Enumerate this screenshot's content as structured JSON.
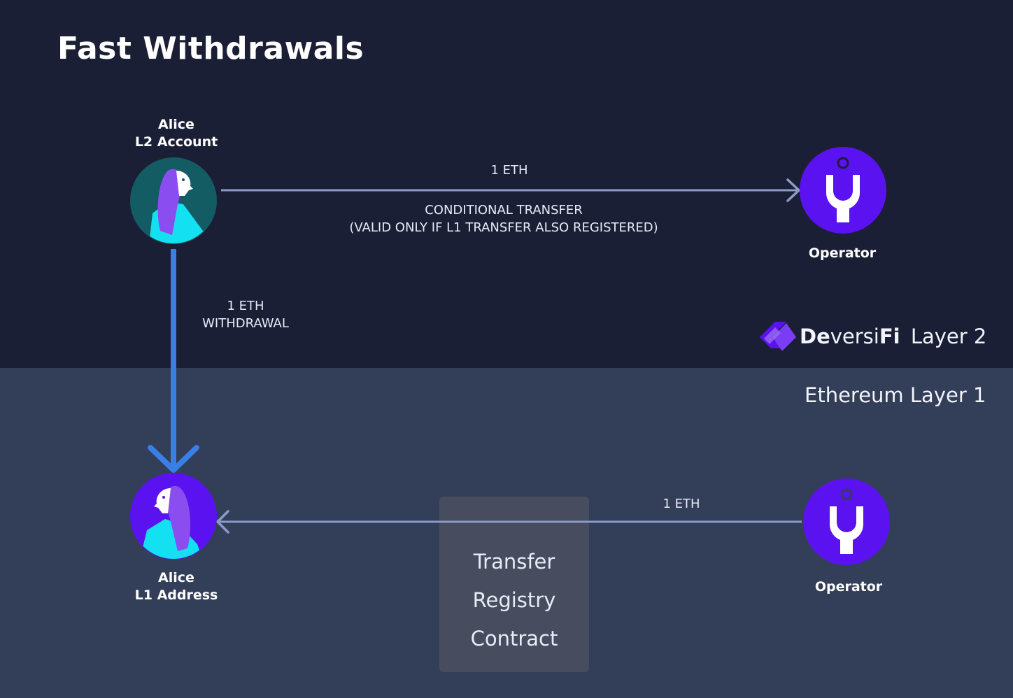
{
  "title": "Fast Withdrawals",
  "nodes": {
    "alice_l2": {
      "line1": "Alice",
      "line2": "L2 Account"
    },
    "alice_l1": {
      "line1": "Alice",
      "line2": "L1 Address"
    },
    "operator_top": {
      "label": "Operator"
    },
    "operator_bottom": {
      "label": "Operator"
    }
  },
  "edges": {
    "conditional": {
      "amount": "1 ETH",
      "line1": "CONDITIONAL TRANSFER",
      "line2": "(VALID ONLY IF L1 TRANSFER ALSO REGISTERED)"
    },
    "withdrawal": {
      "amount": "1 ETH",
      "label": "WITHDRAWAL"
    },
    "l1_transfer": {
      "amount": "1 ETH"
    }
  },
  "layers": {
    "l2": {
      "brand_part1": "De",
      "brand_part2": "versi",
      "brand_part3": "Fi",
      "suffix": "Layer 2"
    },
    "l1": {
      "label": "Ethereum Layer 1"
    }
  },
  "registry": {
    "line1": "Transfer",
    "line2": "Registry",
    "line3": "Contract"
  },
  "colors": {
    "top_band": "#1b1f36",
    "bottom_band": "#333e58",
    "operator": "#5b12f0",
    "withdrawal_arrow": "#3a7ee8",
    "transfer_arrow": "#8c9cc6",
    "alice_l2_bg": "#135c63",
    "alice_l1_bg": "#5b12f0",
    "alice_body": "#13e0f0"
  }
}
